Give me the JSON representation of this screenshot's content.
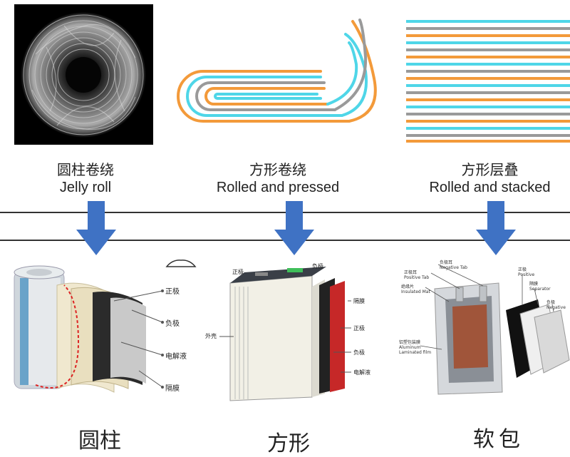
{
  "top": [
    {
      "cn": "圆柱卷绕",
      "en": "Jelly roll"
    },
    {
      "cn": "方形卷绕",
      "en": "Rolled and pressed"
    },
    {
      "cn": "方形层叠",
      "en": "Rolled and stacked"
    }
  ],
  "bottom": [
    "圆柱",
    "方形",
    "软包"
  ],
  "cylindrical_labels": [
    "正极",
    "负极",
    "电解液",
    "隔膜"
  ],
  "prismatic_labels": {
    "top_left": "正极",
    "top_right": "负极",
    "left": "外壳",
    "right": [
      "隔膜",
      "正极",
      "负极",
      "电解液"
    ]
  },
  "pouch_labels": {
    "negative_tab": [
      "负极耳",
      "Negative Tab"
    ],
    "positive_tab": [
      "正极耳",
      "Positive Tab"
    ],
    "insulated_mat": [
      "绝缘片",
      "Insulated Mat"
    ],
    "positive": [
      "正极",
      "Positive"
    ],
    "separator": [
      "隔膜",
      "Separator"
    ],
    "negative": [
      "负极",
      "Negative"
    ],
    "laminated_film": [
      "铝塑包装膜",
      "Aluminum",
      "Laminated film"
    ]
  },
  "colors": {
    "arrow": "#3f72c4",
    "orange": "#f39a3a",
    "cyan": "#4fd6e8",
    "gray": "#9a9a9a"
  }
}
